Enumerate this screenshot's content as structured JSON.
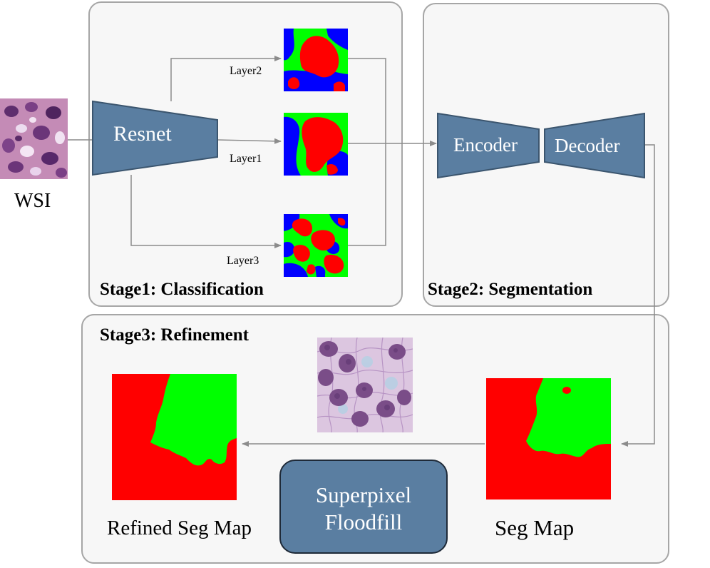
{
  "colors": {
    "block_fill": "#5a7ea1",
    "block_stroke": "#3b556e",
    "seg_red": "#ff0000",
    "seg_green": "#00ff00",
    "seg_blue": "#0000ff",
    "arrow": "#8c8c8c",
    "panel_fill": "#f7f7f7",
    "panel_border": "#a6a6a6"
  },
  "input": {
    "label": "WSI"
  },
  "stage1": {
    "title": "Stage1: Classification",
    "backbone_label": "Resnet",
    "layers": [
      "Layer2",
      "Layer1",
      "Layer3"
    ]
  },
  "stage2": {
    "title": "Stage2: Segmentation",
    "encoder_label": "Encoder",
    "decoder_label": "Decoder"
  },
  "stage3": {
    "title": "Stage3: Refinement",
    "seg_map_label": "Seg Map",
    "refined_label": "Refined Seg Map",
    "method_line1": "Superpixel",
    "method_line2": "Floodfill"
  }
}
